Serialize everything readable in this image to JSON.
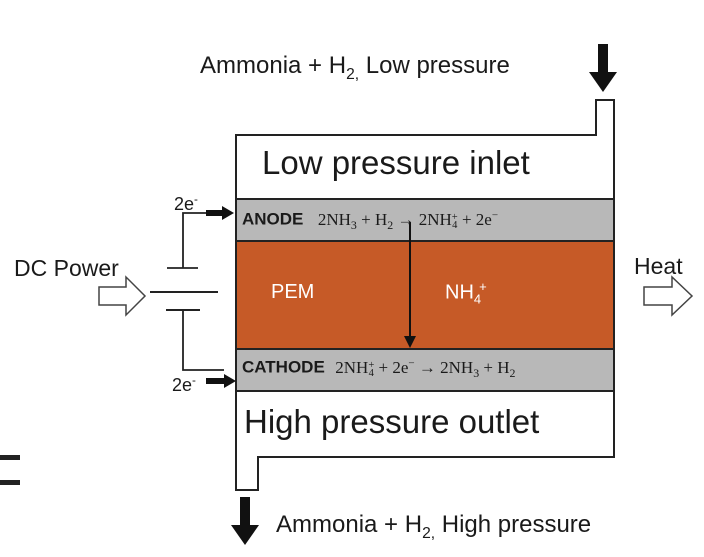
{
  "inlet_label": {
    "text": "Ammonia + H",
    "sub": "2,",
    "tail": " Low pressure"
  },
  "outlet_label": {
    "text": "Ammonia + H",
    "sub": "2,",
    "tail": " High pressure"
  },
  "top_section": "Low pressure inlet",
  "bottom_section": "High pressure outlet",
  "anode": {
    "tag": "ANODE",
    "eq": {
      "a": "2NH",
      "a_sub": "3",
      "b": " + H",
      "b_sub": "2",
      "arrow": " → 2NH",
      "c_sup": "+",
      "c_sub": "4",
      "d": " + 2e",
      "d_sup": "−"
    }
  },
  "cathode": {
    "tag": "CATHODE",
    "eq": {
      "a": "2NH",
      "a_sup": "+",
      "a_sub": "4",
      "b": " + 2e",
      "b_sup": "−",
      "arrow": " → 2NH",
      "c_sub": "3",
      "d": " + H",
      "d_sub": "2"
    }
  },
  "membrane": {
    "label": "PEM",
    "ion": "NH",
    "ion_sub": "4",
    "ion_sup": "+"
  },
  "electrons_top": {
    "text": "2e",
    "sup": "-"
  },
  "electrons_bottom": {
    "text": "2e",
    "sup": "-"
  },
  "dc_power": "DC Power",
  "heat": "Heat",
  "colors": {
    "pem": "#c65a27",
    "electrode": "#b8b8b8",
    "line": "#222222"
  }
}
